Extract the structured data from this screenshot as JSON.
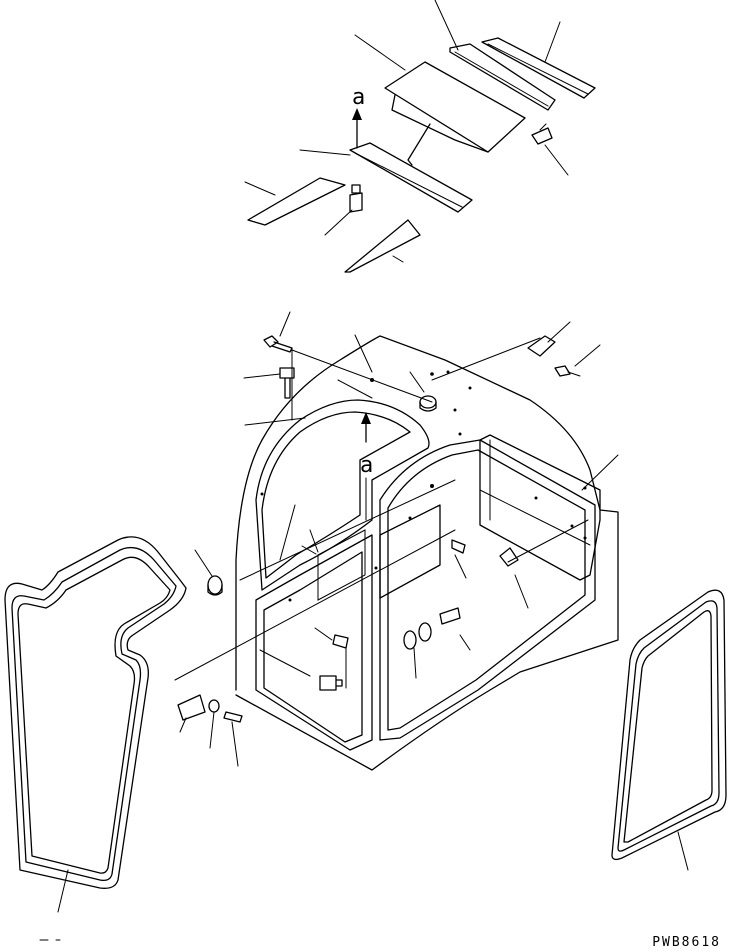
{
  "diagram": {
    "view_labels": [
      "a",
      "a"
    ],
    "drawing_code": "PWB8618"
  }
}
